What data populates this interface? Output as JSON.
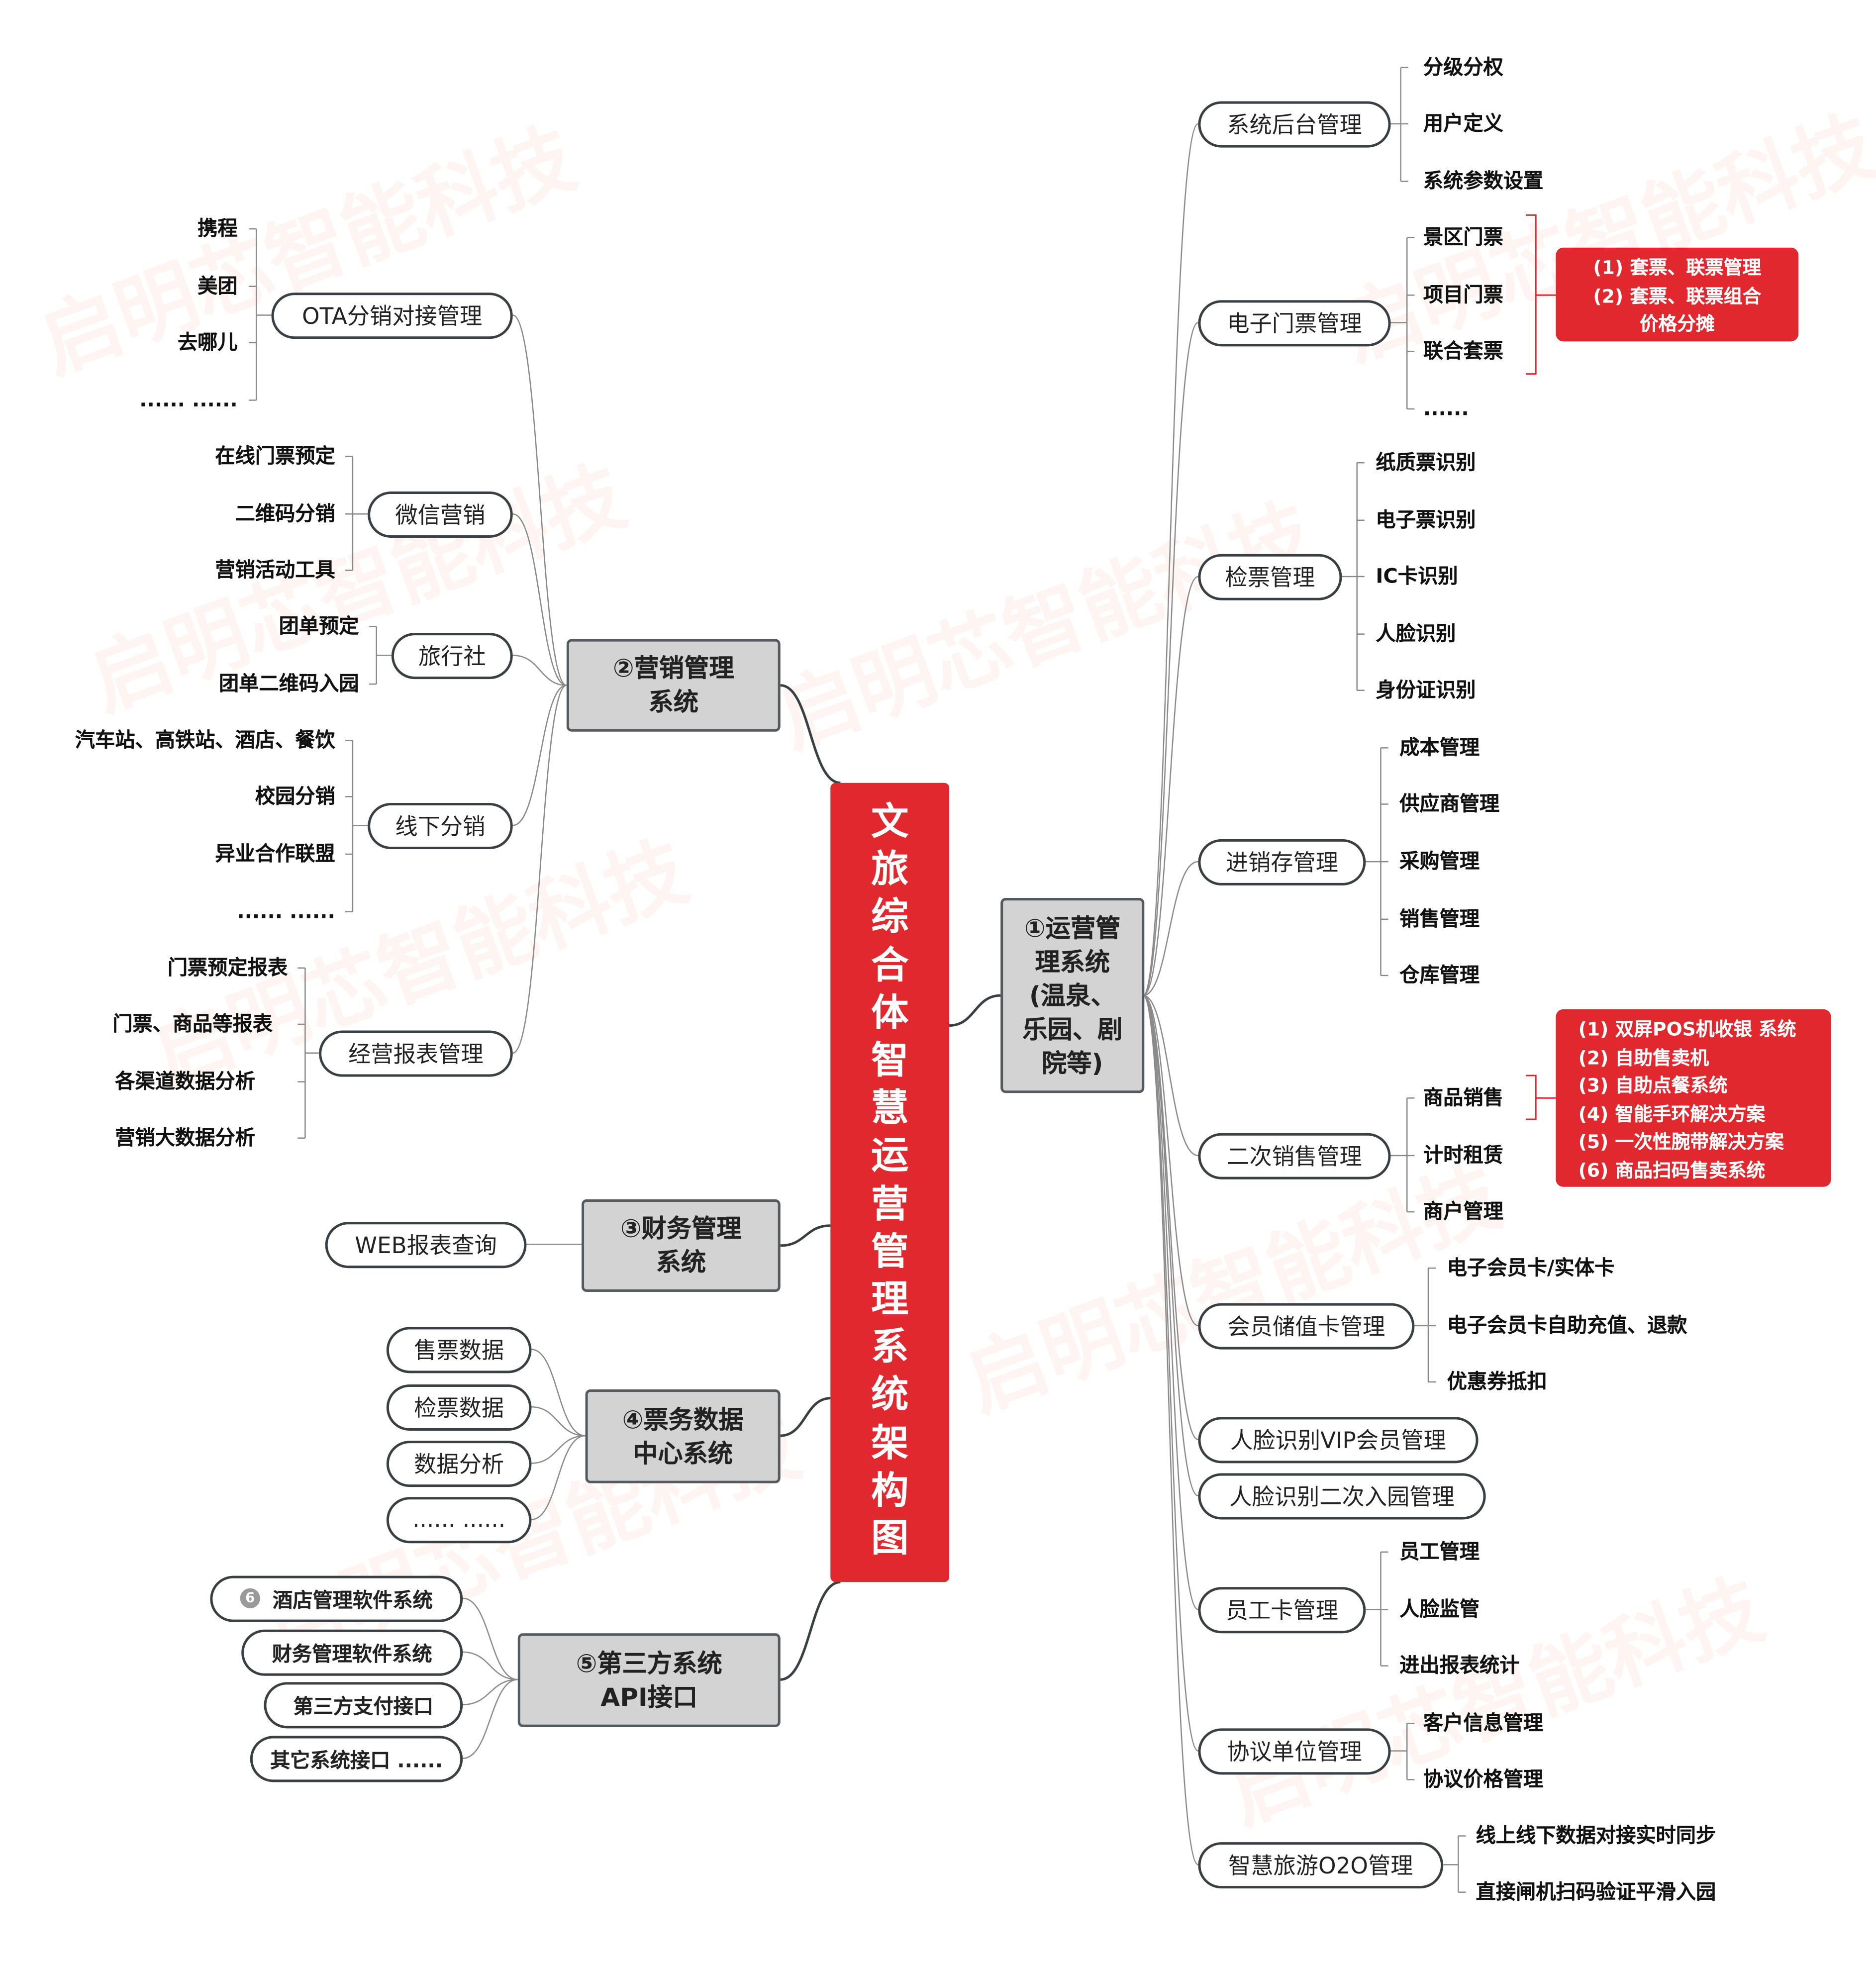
{
  "title": "文旅综合体智慧运营管理系统架构图",
  "watermark": "启明芯智能科技",
  "operations": {
    "label": "①运营管理系统（温泉、乐园、剧院等）",
    "label_lines": [
      "①运营管",
      "理系统",
      "(温泉、",
      "乐园、剧",
      "院等)"
    ],
    "children": [
      {
        "label": "系统后台管理",
        "items": [
          "分级分权",
          "用户定义",
          "系统参数设置"
        ]
      },
      {
        "label": "电子门票管理",
        "items": [
          "景区门票",
          "项目门票",
          "联合套票",
          "......"
        ],
        "note": [
          "(1) 套票、联票管理",
          "(2) 套票、联票组合",
          "价格分摊"
        ]
      },
      {
        "label": "检票管理",
        "items": [
          "纸质票识别",
          "电子票识别",
          "IC卡识别",
          "人脸识别",
          "身份证识别"
        ]
      },
      {
        "label": "进销存管理",
        "items": [
          "成本管理",
          "供应商管理",
          "采购管理",
          "销售管理",
          "仓库管理"
        ]
      },
      {
        "label": "二次销售管理",
        "items": [
          "商品销售",
          "计时租赁",
          "商户管理"
        ],
        "note": [
          "(1) 双屏POS机收银 系统",
          "(2) 自助售卖机",
          "(3) 自助点餐系统",
          "(4) 智能手环解决方案",
          "(5) 一次性腕带解决方案",
          "(6) 商品扫码售卖系统"
        ]
      },
      {
        "label": "会员储值卡管理",
        "items": [
          "电子会员卡/实体卡",
          "电子会员卡自助充值、退款",
          "优惠券抵扣"
        ]
      },
      {
        "label": "人脸识别VIP会员管理",
        "items": []
      },
      {
        "label": "人脸识别二次入园管理",
        "items": []
      },
      {
        "label": "员工卡管理",
        "items": [
          "员工管理",
          "人脸监管",
          "进出报表统计"
        ]
      },
      {
        "label": "协议单位管理",
        "items": [
          "客户信息管理",
          "协议价格管理"
        ]
      },
      {
        "label": "智慧旅游O2O管理",
        "items": [
          "线上线下数据对接实时同步",
          "直接闸机扫码验证平滑入园"
        ]
      }
    ]
  },
  "marketing": {
    "label_lines": [
      "②营销管理",
      "系统"
    ],
    "children": [
      {
        "label": "OTA分销对接管理",
        "items": [
          "携程",
          "美团",
          "去哪儿",
          "...... ......"
        ]
      },
      {
        "label": "微信营销",
        "items": [
          "在线门票预定",
          "二维码分销",
          "营销活动工具"
        ]
      },
      {
        "label": "旅行社",
        "items": [
          "团单预定",
          "团单二维码入园"
        ]
      },
      {
        "label": "线下分销",
        "items": [
          "汽车站、高铁站、酒店、餐饮",
          "校园分销",
          "异业合作联盟",
          "...... ......"
        ]
      },
      {
        "label": "经营报表管理",
        "items": [
          "门票预定报表",
          "门票、商品等报表",
          "各渠道数据分析",
          "营销大数据分析"
        ]
      }
    ]
  },
  "finance": {
    "label_lines": [
      "③财务管理",
      "系统"
    ],
    "children": [
      {
        "label": "WEB报表查询"
      }
    ]
  },
  "ticketdata": {
    "label_lines": [
      "④票务数据",
      "中心系统"
    ],
    "children": [
      {
        "label": "售票数据"
      },
      {
        "label": "检票数据"
      },
      {
        "label": "数据分析"
      },
      {
        "label": "...... ......"
      }
    ]
  },
  "thirdparty": {
    "label_lines": [
      "⑤第三方系统",
      "API接口"
    ],
    "hotel_badge": "6",
    "children": [
      {
        "label": "酒店管理软件系统"
      },
      {
        "label": "财务管理软件系统"
      },
      {
        "label": "第三方支付接口"
      },
      {
        "label": "其它系统接口 ......"
      }
    ]
  },
  "colors": {
    "accent_red": "#e0282e",
    "box_gray": "#d3d3d3",
    "line": "#3a3f44"
  }
}
